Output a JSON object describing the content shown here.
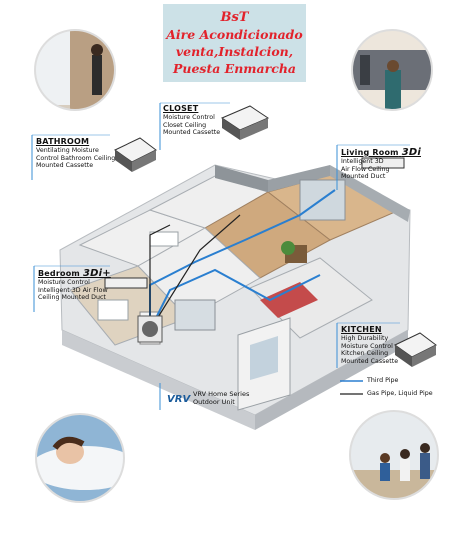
{
  "banner": {
    "lines": [
      "BsT",
      "Aire Acondicionado",
      "venta,Instalcion,",
      "Puesta Enmarcha"
    ]
  },
  "callouts": {
    "closet": {
      "title": "CLOSET",
      "lines": [
        "Moisture Control",
        "Closet Ceiling",
        "Mounted Cassette"
      ]
    },
    "bathroom": {
      "title": "BATHROOM",
      "lines": [
        "Ventilating Moisture",
        "Control Bathroom Ceiling",
        "Mounted Cassette"
      ]
    },
    "living": {
      "title": "Living Room",
      "badge": "3Di",
      "lines": [
        "Intelligent 3D",
        "Air Flow Ceiling",
        "Mounted Duct"
      ]
    },
    "bedroom": {
      "title": "Bedroom",
      "badge": "3Di+",
      "lines": [
        "Moisture Control",
        "Intelligent 3D Air Flow",
        "Ceiling Mounted Duct"
      ]
    },
    "kitchen": {
      "title": "KITCHEN",
      "lines": [
        "High Durability",
        "Moisture Control",
        "Kitchen Ceiling",
        "Mounted Cassette"
      ]
    }
  },
  "outdoor": {
    "logo": "VRV",
    "lines": [
      "VRV Home Series",
      "Outdoor Unit"
    ]
  },
  "legend": {
    "items": [
      "Third Pipe",
      "Gas Pipe, Liquid Pipe"
    ]
  },
  "colors": {
    "banner_text": "#e0101a",
    "banner_bg": "#c8dfe6",
    "pipe_blue": "#2a7fd0",
    "frame_blue": "#3a8fd6"
  }
}
